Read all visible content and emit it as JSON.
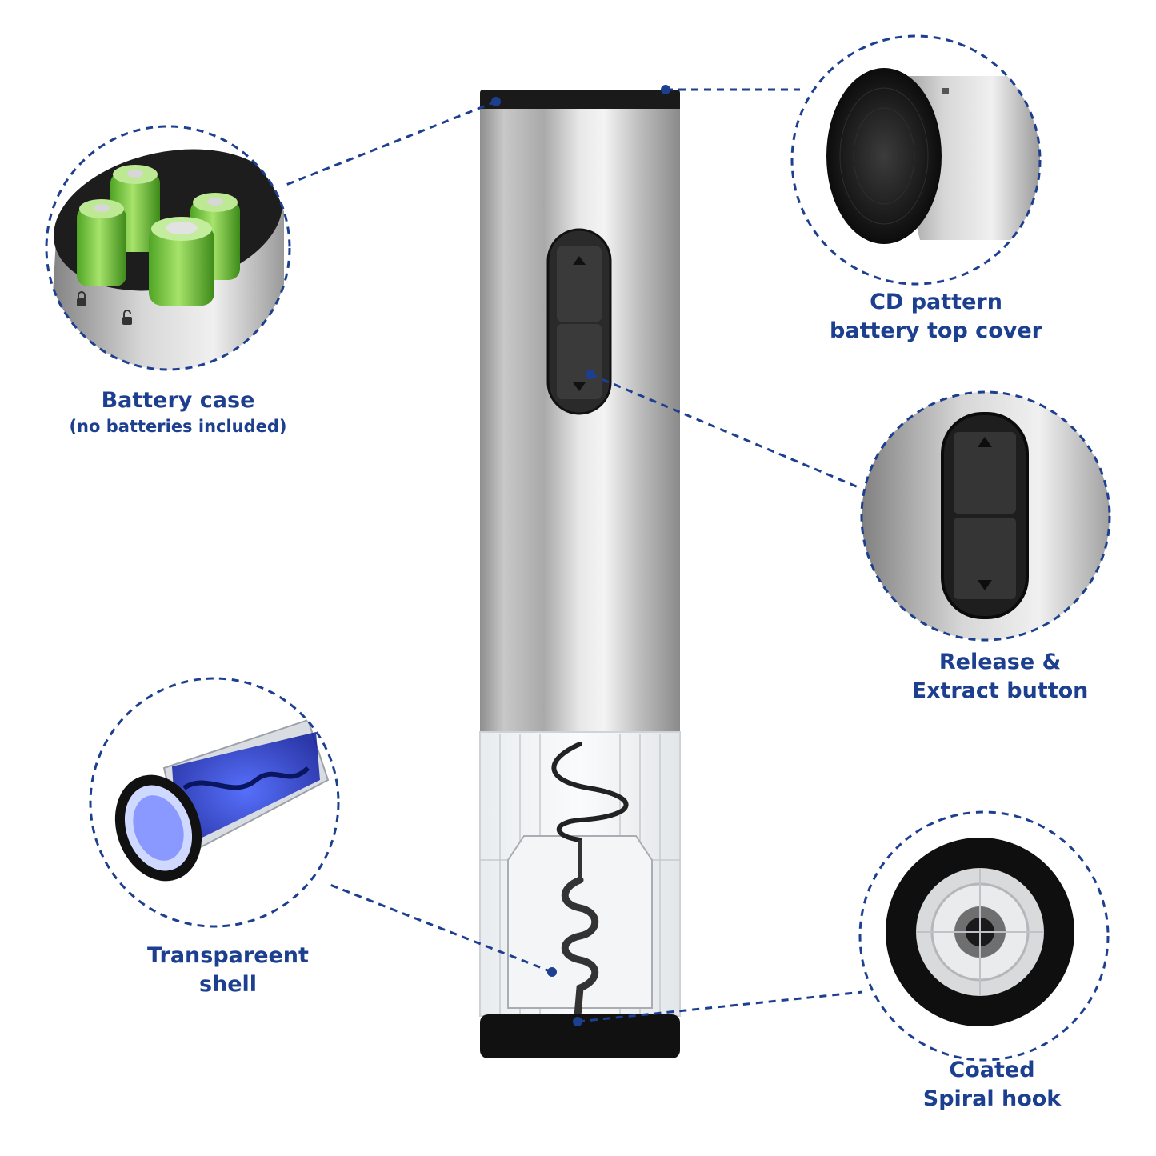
{
  "accent_color": "#1d3f8f",
  "labels": {
    "battery_case": {
      "title": "Battery case",
      "note": "(no batteries included)"
    },
    "top_cover": {
      "line1": "CD pattern",
      "line2": "battery top cover"
    },
    "button": {
      "line1": "Release &",
      "line2": "Extract button"
    },
    "shell": {
      "line1": "Transpareent",
      "line2": "shell"
    },
    "hook": {
      "line1": "Coated",
      "line2": "Spiral hook"
    }
  },
  "icons": {
    "up": "up-triangle-icon",
    "down": "down-triangle-icon",
    "lock": "lock-icon",
    "unlock": "unlock-icon"
  }
}
